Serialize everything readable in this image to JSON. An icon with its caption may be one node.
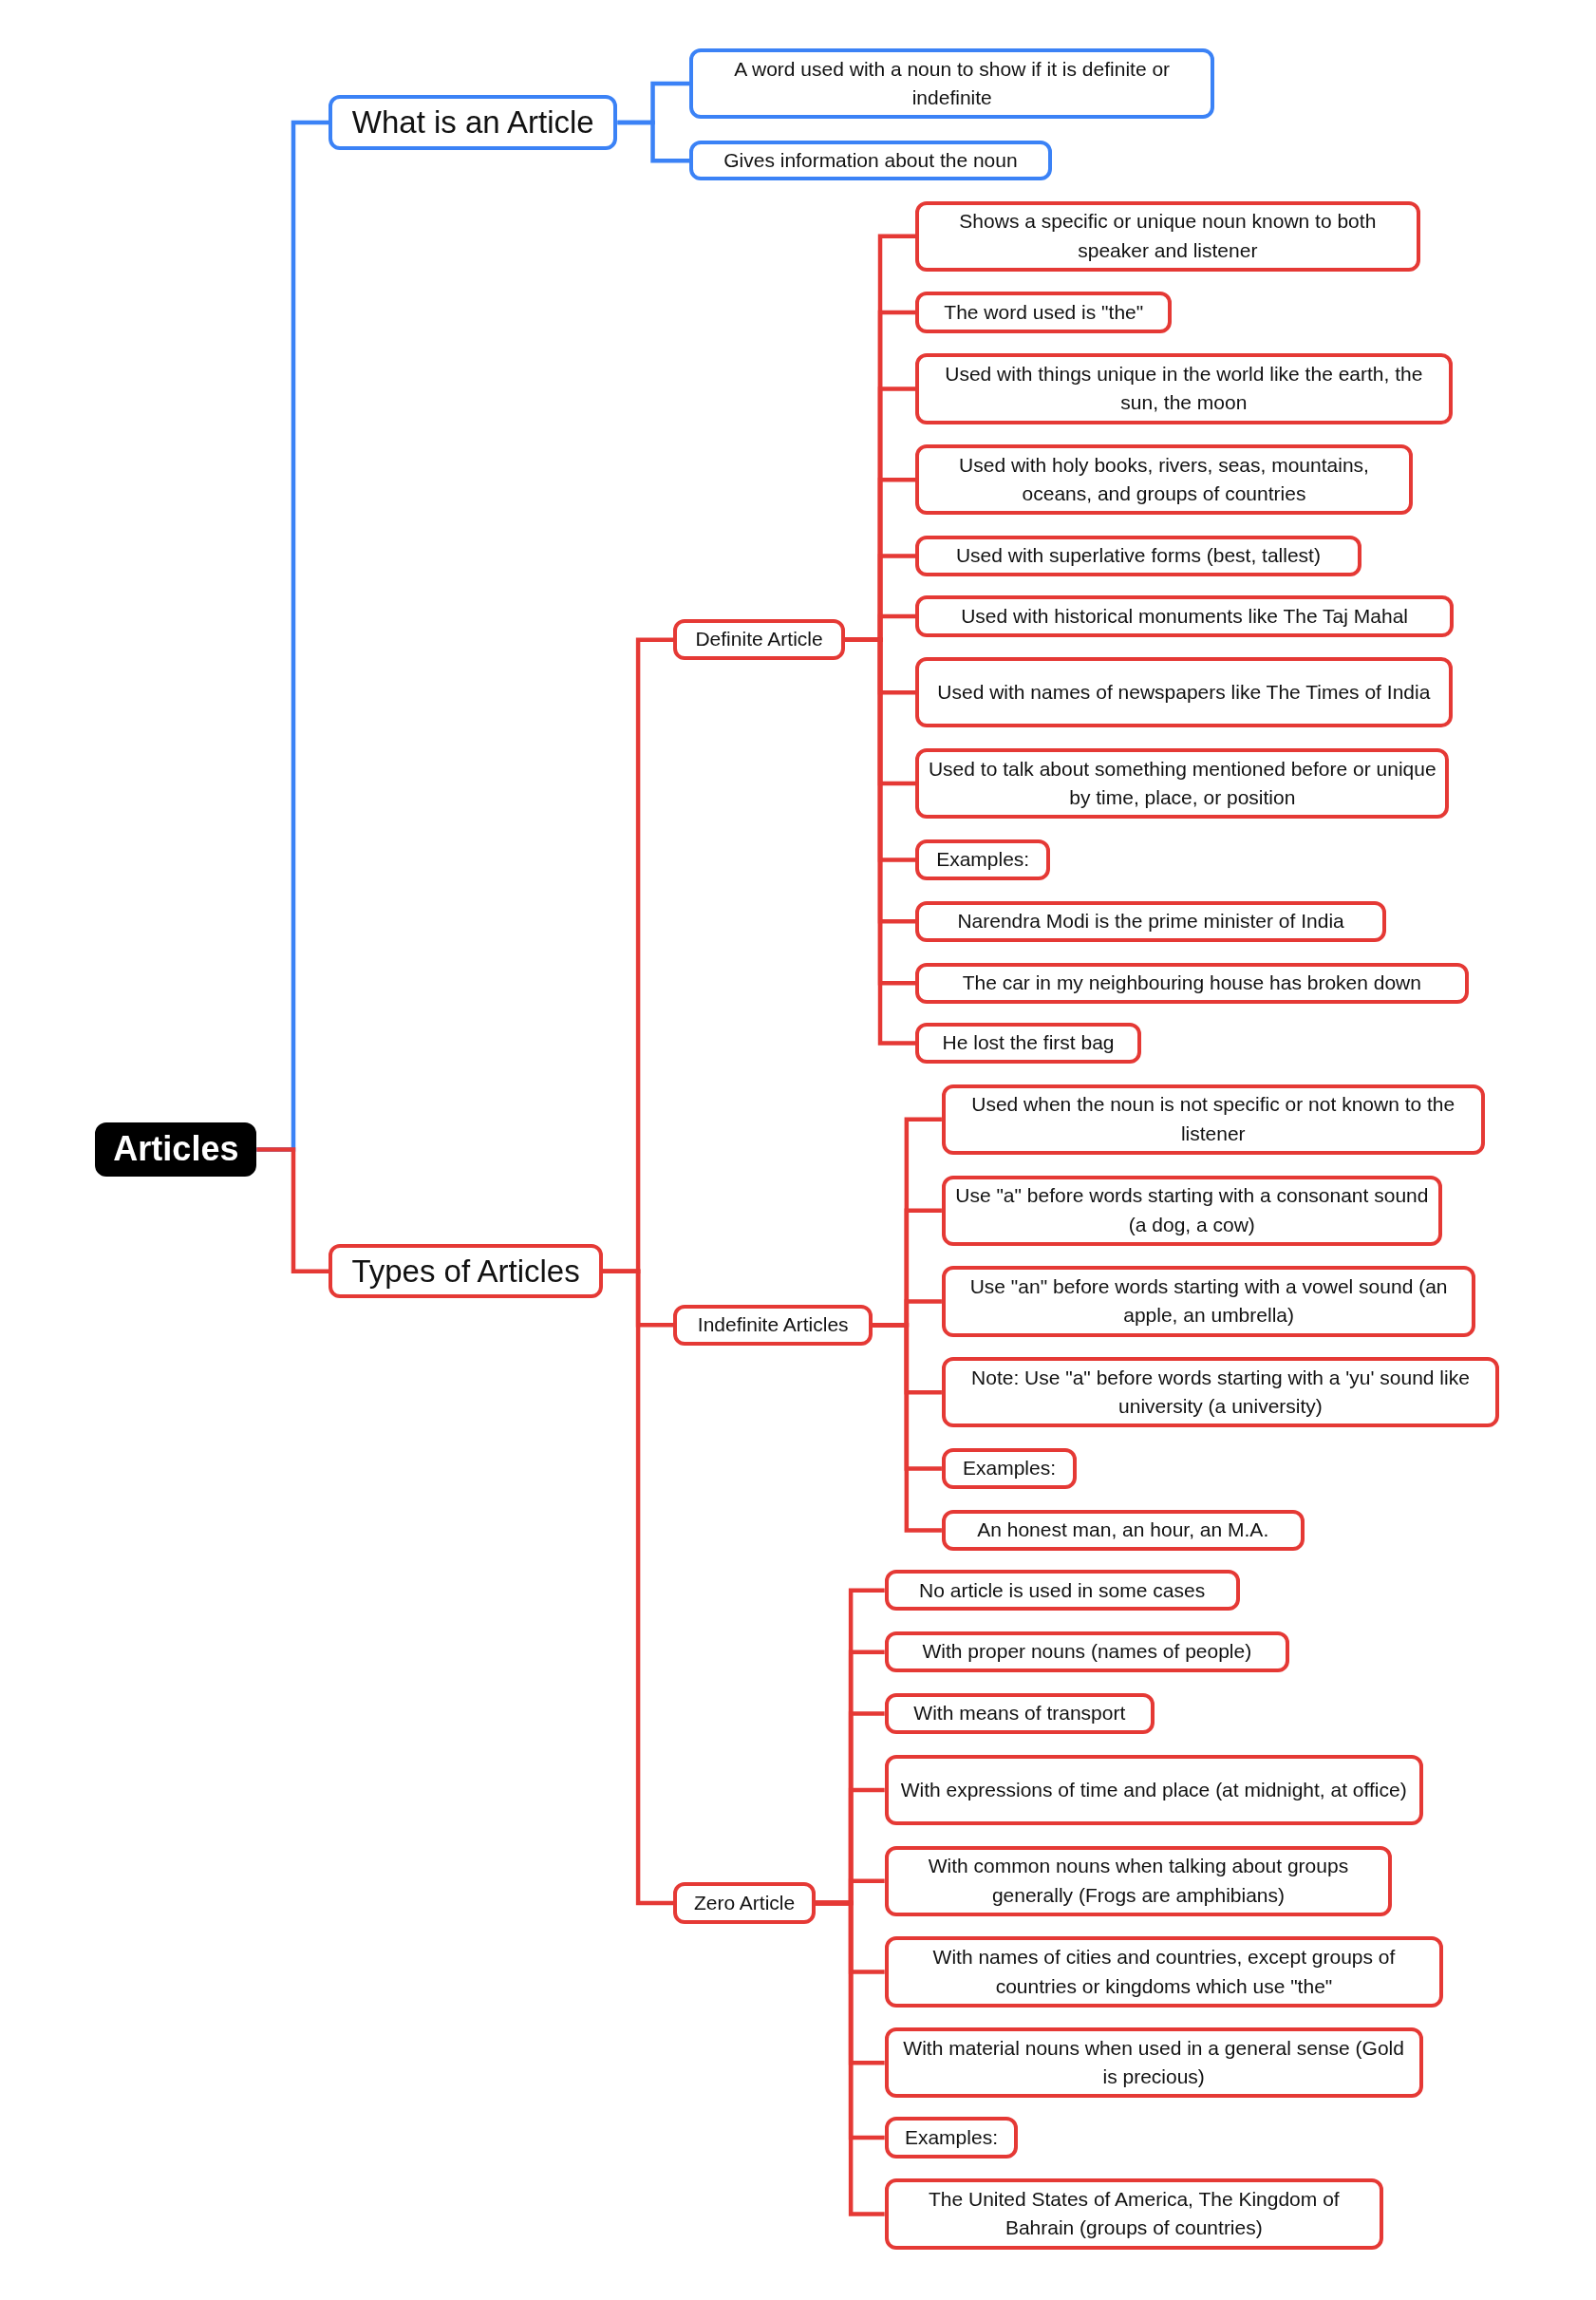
{
  "diagram": {
    "nodes": [
      {
        "text": [
          "Articles"
        ]
      },
      {
        "text": [
          "What is an Article"
        ]
      },
      {
        "text": [
          "A word used with a noun to show if it is definite or indefinite"
        ]
      },
      {
        "text": [
          "Gives information about the noun"
        ]
      },
      {
        "text": [
          "Types of Articles"
        ]
      },
      {
        "text": [
          "Definite Article"
        ]
      },
      {
        "text": [
          "Shows a specific or unique noun known to both speaker and listener"
        ]
      },
      {
        "text": [
          "The word used is \"the\""
        ]
      },
      {
        "text": [
          "Used with things unique in the world like the earth, the sun, the moon"
        ]
      },
      {
        "text": [
          "Used with holy books, rivers, seas, mountains, oceans, and groups of countries"
        ]
      },
      {
        "text": [
          "Used with superlative forms (best, tallest)"
        ]
      },
      {
        "text": [
          "Used with historical monuments like The Taj Mahal"
        ]
      },
      {
        "text": [
          "Used with names of newspapers like The Times of India"
        ]
      },
      {
        "text": [
          "Used to talk about something mentioned before or unique by time, place, or position"
        ]
      },
      {
        "text": [
          "Examples:"
        ]
      },
      {
        "text": [
          "Narendra Modi is the prime minister of India"
        ]
      },
      {
        "text": [
          "The car in my neighbouring house has broken down"
        ]
      },
      {
        "text": [
          "He lost the first bag"
        ]
      },
      {
        "text": [
          "Indefinite Articles"
        ]
      },
      {
        "text": [
          "Used when the noun is not specific or not known to the listener"
        ]
      },
      {
        "text": [
          "Use \"a\" before words starting with a consonant sound (a dog, a cow)"
        ]
      },
      {
        "text": [
          "Use \"an\" before words starting with a vowel sound (an apple, an umbrella)"
        ]
      },
      {
        "text": [
          "Note: Use \"a\" before words starting with a 'yu' sound like university (a university)"
        ]
      },
      {
        "text": [
          "Examples:"
        ]
      },
      {
        "text": [
          "An honest man, an hour, an M.A."
        ]
      },
      {
        "text": [
          "Zero Article"
        ]
      },
      {
        "text": [
          "No article is used in some cases"
        ]
      },
      {
        "text": [
          "With proper nouns (names of people)"
        ]
      },
      {
        "text": [
          "With means of transport"
        ]
      },
      {
        "text": [
          "With expressions of time and place (at midnight, at office)"
        ]
      },
      {
        "text": [
          "With common nouns when talking about groups generally (Frogs are amphibians)"
        ]
      },
      {
        "text": [
          "With names of cities and countries, except groups of countries or kingdoms which use \"the\""
        ]
      },
      {
        "text": [
          "With material nouns when used in a general sense (Gold is precious)"
        ]
      },
      {
        "text": [
          "Examples:"
        ]
      },
      {
        "text": [
          "The United States of America, The Kingdom of Bahrain (groups of countries)"
        ]
      }
    ],
    "edges": [
      {
        "from": 0,
        "to": 1,
        "arrow": "none",
        "color": "#3b82f6"
      },
      {
        "from": 1,
        "to": 2,
        "arrow": "none",
        "color": "#3b82f6"
      },
      {
        "from": 1,
        "to": 3,
        "arrow": "none",
        "color": "#3b82f6"
      },
      {
        "from": 0,
        "to": 4,
        "arrow": "none"
      },
      {
        "from": 4,
        "to": 5,
        "arrow": "none"
      },
      {
        "from": 4,
        "to": 18,
        "arrow": "none"
      },
      {
        "from": 4,
        "to": 25,
        "arrow": "none"
      },
      {
        "from": 5,
        "to": 6,
        "arrow": "none"
      },
      {
        "from": 5,
        "to": 7,
        "arrow": "none"
      },
      {
        "from": 5,
        "to": 8,
        "arrow": "none"
      },
      {
        "from": 5,
        "to": 9,
        "arrow": "none"
      },
      {
        "from": 5,
        "to": 10,
        "arrow": "none"
      },
      {
        "from": 5,
        "to": 11,
        "arrow": "none"
      },
      {
        "from": 5,
        "to": 12,
        "arrow": "none"
      },
      {
        "from": 5,
        "to": 13,
        "arrow": "none"
      },
      {
        "from": 5,
        "to": 14,
        "arrow": "none"
      },
      {
        "from": 5,
        "to": 15,
        "arrow": "none"
      },
      {
        "from": 5,
        "to": 16,
        "arrow": "none"
      },
      {
        "from": 5,
        "to": 17,
        "arrow": "none"
      },
      {
        "from": 18,
        "to": 19,
        "arrow": "none"
      },
      {
        "from": 18,
        "to": 20,
        "arrow": "none"
      },
      {
        "from": 18,
        "to": 21,
        "arrow": "none"
      },
      {
        "from": 18,
        "to": 22,
        "arrow": "none"
      },
      {
        "from": 18,
        "to": 23,
        "arrow": "none"
      },
      {
        "from": 18,
        "to": 24,
        "arrow": "none"
      },
      {
        "from": 25,
        "to": 26,
        "arrow": "none"
      },
      {
        "from": 25,
        "to": 27,
        "arrow": "none"
      },
      {
        "from": 25,
        "to": 28,
        "arrow": "none"
      },
      {
        "from": 25,
        "to": 29,
        "arrow": "none"
      },
      {
        "from": 25,
        "to": 30,
        "arrow": "none"
      },
      {
        "from": 25,
        "to": 31,
        "arrow": "none"
      },
      {
        "from": 25,
        "to": 32,
        "arrow": "none"
      },
      {
        "from": 25,
        "to": 33,
        "arrow": "none"
      },
      {
        "from": 25,
        "to": 34,
        "arrow": "none"
      }
    ]
  }
}
